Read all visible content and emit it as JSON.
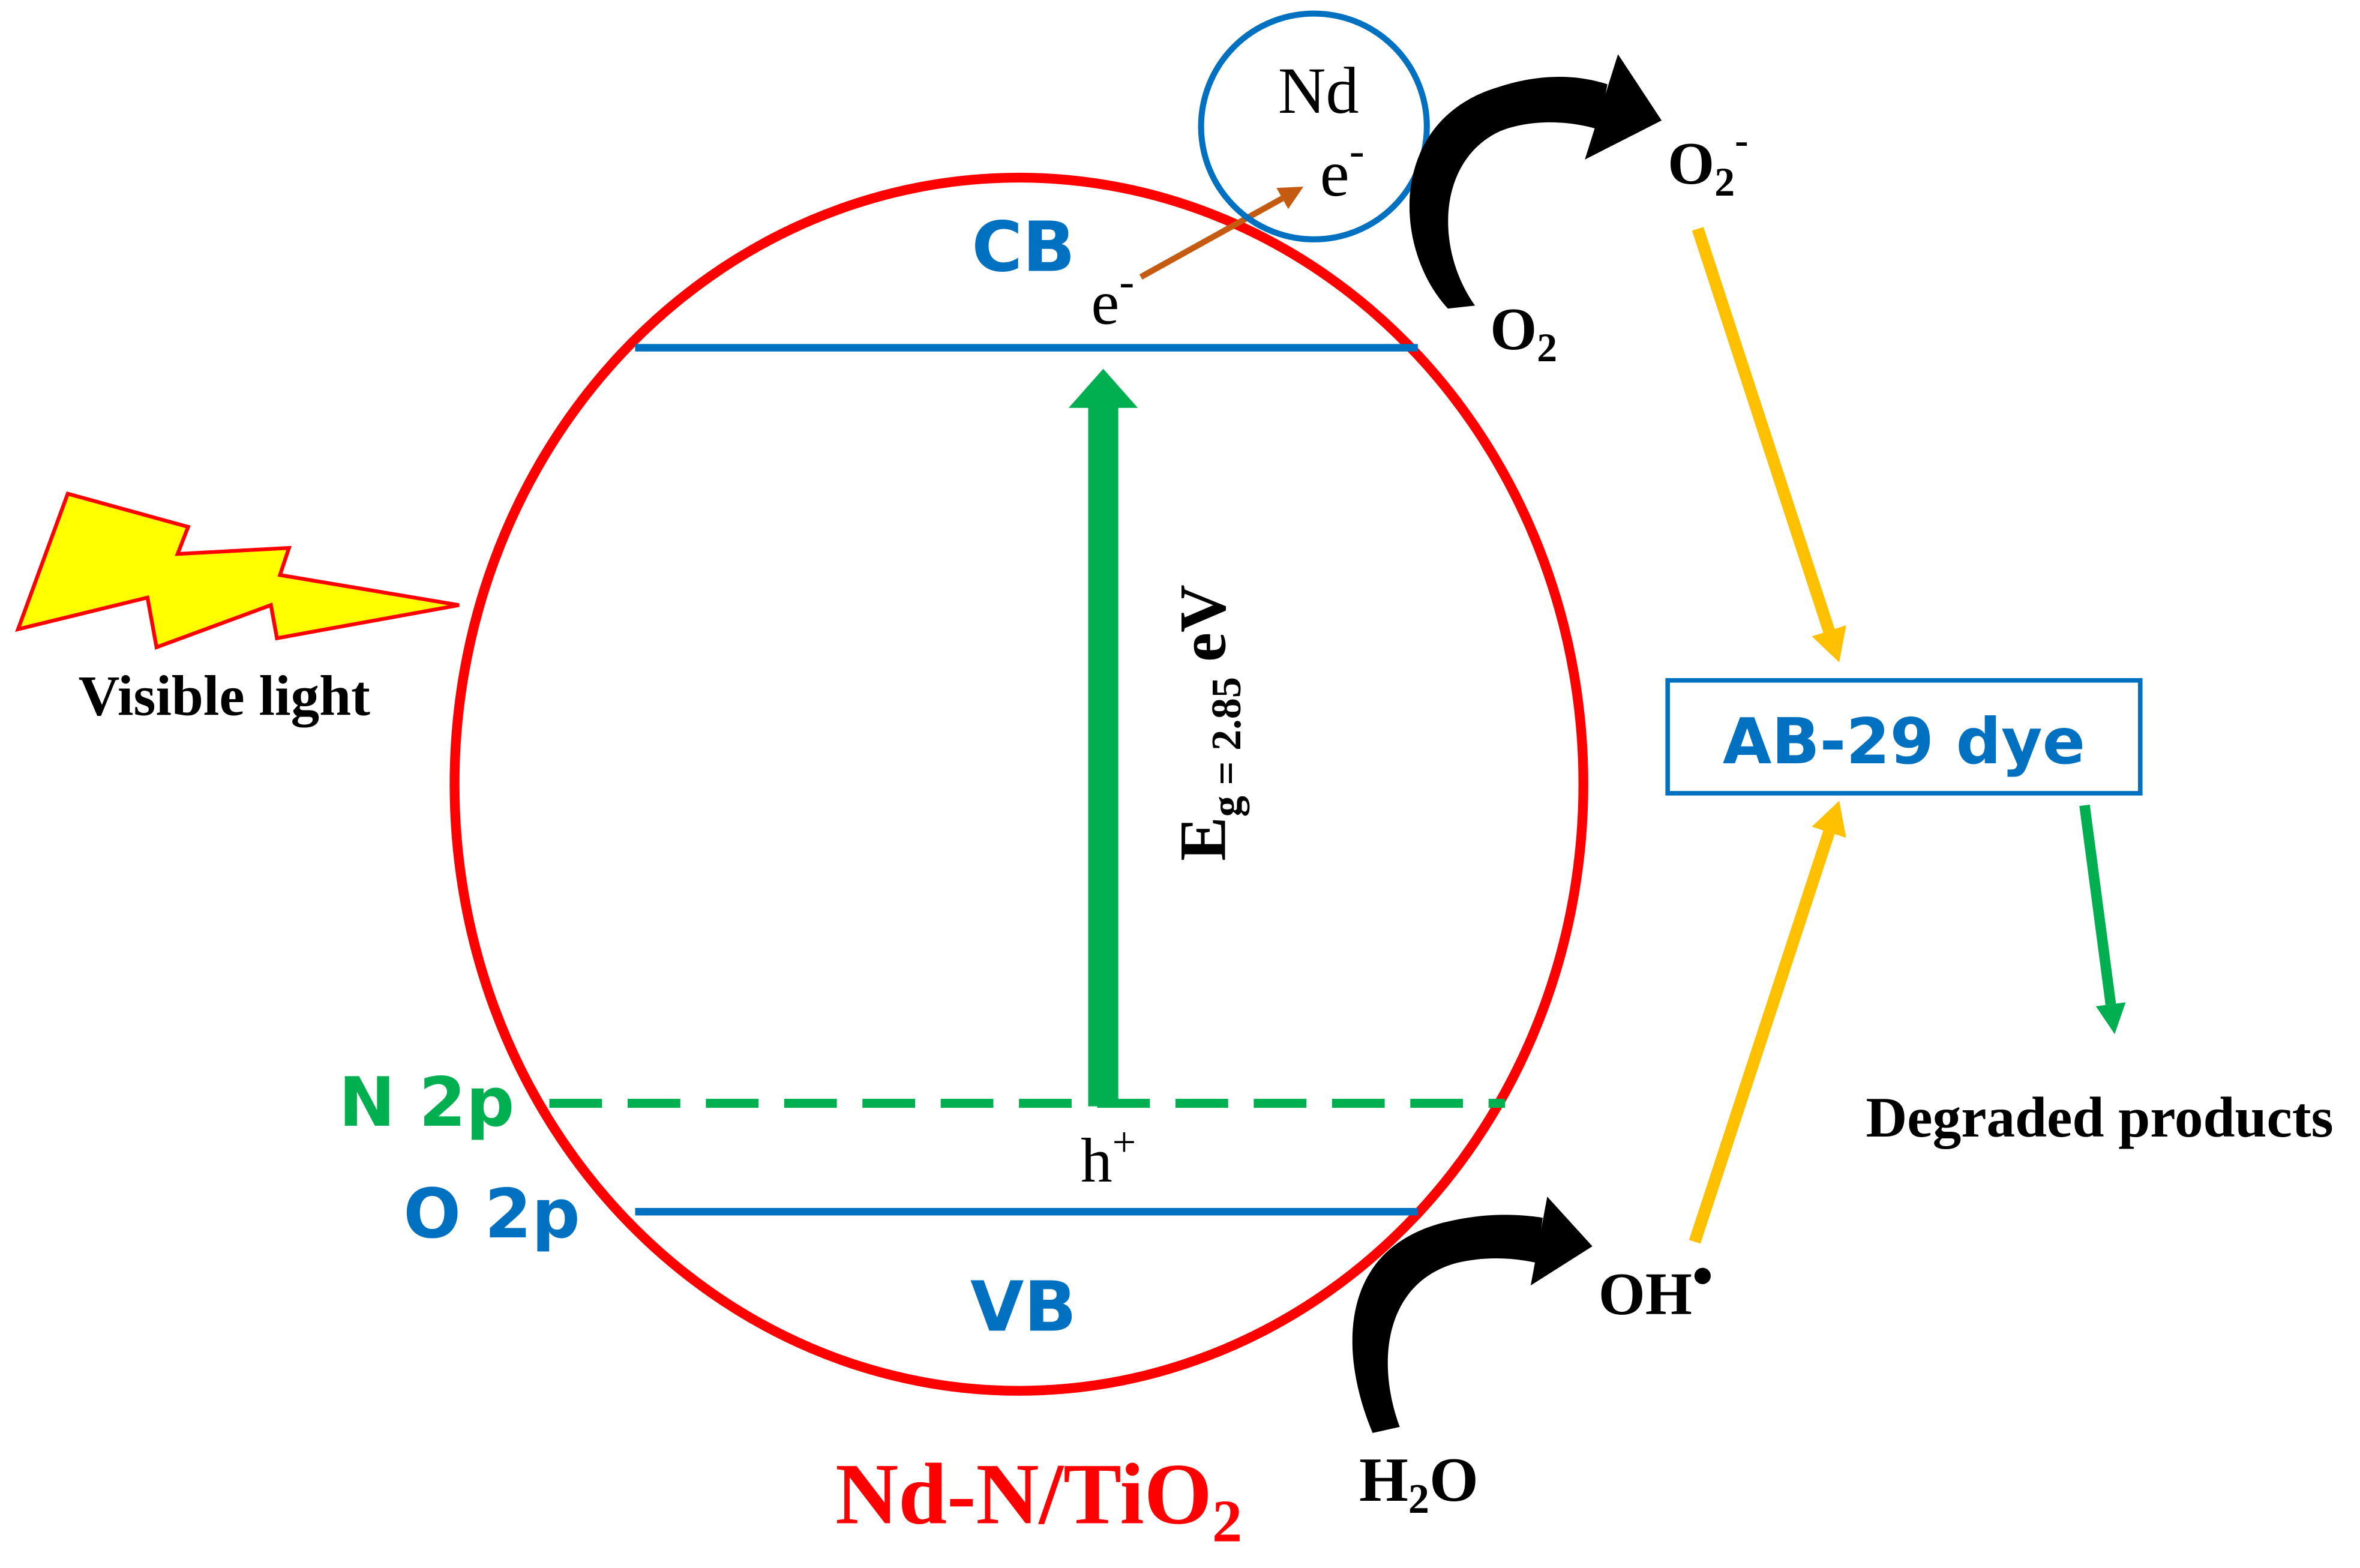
{
  "diagram": {
    "light_source": "Visible light",
    "material": {
      "text": "Nd-N/TiO",
      "subscript": "2"
    },
    "bands": {
      "conduction_band": "CB",
      "valence_band": "VB",
      "n_2p_level": "N 2p",
      "o_2p_level": "O 2p"
    },
    "band_gap": {
      "symbol": "E",
      "subscript": "g = 2.85",
      "unit": "eV"
    },
    "carriers": {
      "cb_electron": {
        "text": "e",
        "superscript": "-"
      },
      "hole": {
        "text": "h",
        "superscript": "+"
      }
    },
    "dopant": {
      "label": "Nd",
      "electron": {
        "text": "e",
        "superscript": "-"
      }
    },
    "species": {
      "oxygen": {
        "text": "O",
        "subscript": "2"
      },
      "superoxide": {
        "text": "O",
        "subscript": "2",
        "superscript": "-"
      },
      "water": {
        "text": "H",
        "subscript": "2",
        "text_after": "O"
      },
      "hydroxyl_radical": {
        "text": "OH",
        "superscript": "•"
      }
    },
    "dye": "AB-29 dye",
    "products": "Degraded products"
  },
  "colors": {
    "band_blue": "#0070C0",
    "level_green": "#00B050",
    "catalyst_red": "#FF0000",
    "radical_arrow_yellow": "#FFC000",
    "transfer_arrow_brown": "#C55A11",
    "bolt_fill_yellow": "#FFFF00",
    "reaction_arrow_black": "#000000"
  },
  "icons": {
    "light": "lightning-bolt-icon"
  }
}
